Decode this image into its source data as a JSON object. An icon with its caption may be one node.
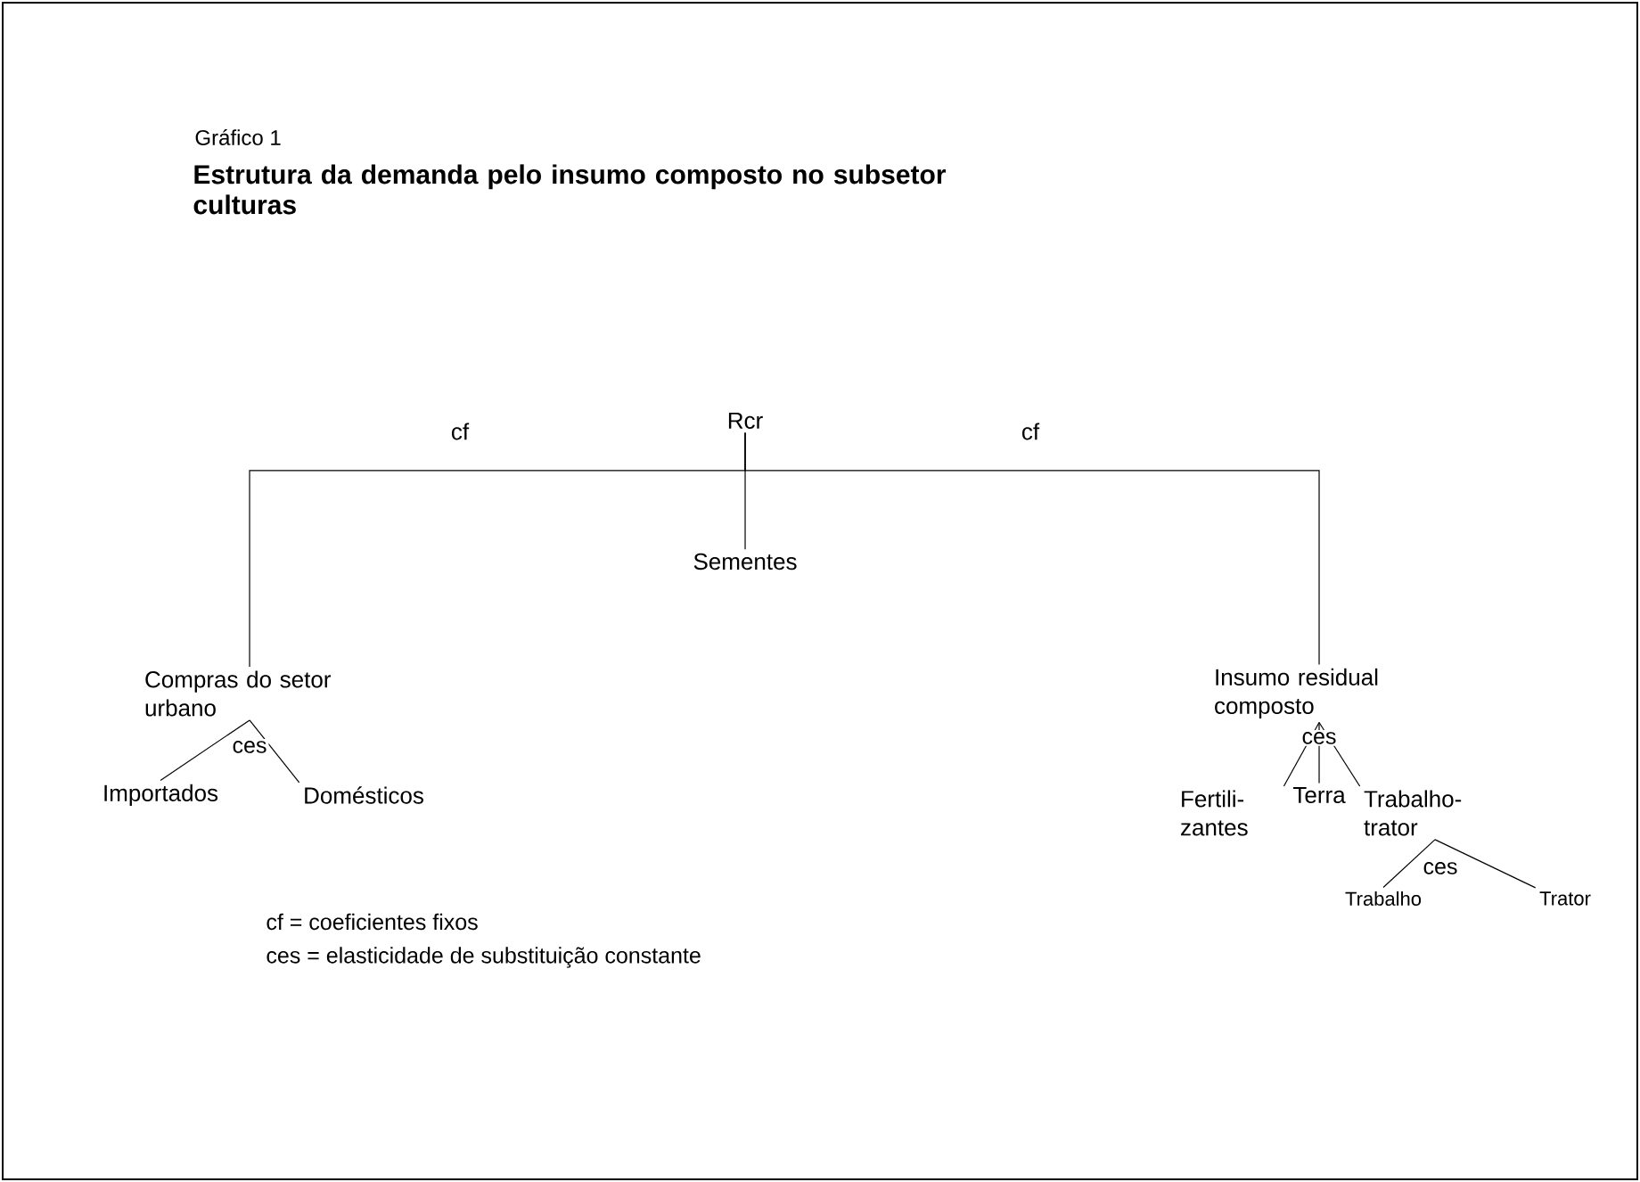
{
  "diagram": {
    "title": "Estrutura da demanda pelo insumo composto no subsetor culturas",
    "nodes": [
      {
        "text": [
          "Rcr"
        ]
      },
      {
        "text": [
          "Compras do setor urbano"
        ]
      },
      {
        "text": [
          "Sementes"
        ]
      },
      {
        "text": [
          "Insumo residual composto"
        ]
      },
      {
        "text": [
          "Importados"
        ]
      },
      {
        "text": [
          "Domésticos"
        ]
      },
      {
        "text": [
          "Fertili- zantes"
        ]
      },
      {
        "text": [
          "Terra"
        ]
      },
      {
        "text": [
          "Trabalho- trator"
        ]
      },
      {
        "text": [
          "Trabalho"
        ]
      },
      {
        "text": [
          "Trator"
        ]
      }
    ],
    "edges": [
      {
        "from": 0,
        "to": 1,
        "arrow": "none",
        "label": "cf"
      },
      {
        "from": 0,
        "to": 2,
        "arrow": "none"
      },
      {
        "from": 0,
        "to": 3,
        "arrow": "none",
        "label": "cf"
      },
      {
        "from": 1,
        "to": 4,
        "arrow": "none"
      },
      {
        "from": 1,
        "to": 5,
        "arrow": "none"
      },
      {
        "from": 3,
        "to": 6,
        "arrow": "none"
      },
      {
        "from": 3,
        "to": 7,
        "arrow": "none"
      },
      {
        "from": 3,
        "to": 8,
        "arrow": "none"
      },
      {
        "from": 8,
        "to": 9,
        "arrow": "none"
      },
      {
        "from": 8,
        "to": 10,
        "arrow": "none"
      }
    ],
    "labels": [
      "Gráfico 1",
      "ces",
      "ces",
      "ces",
      "cf = coeficientes fixos",
      "ces = elasticidade de substituição constante"
    ]
  }
}
